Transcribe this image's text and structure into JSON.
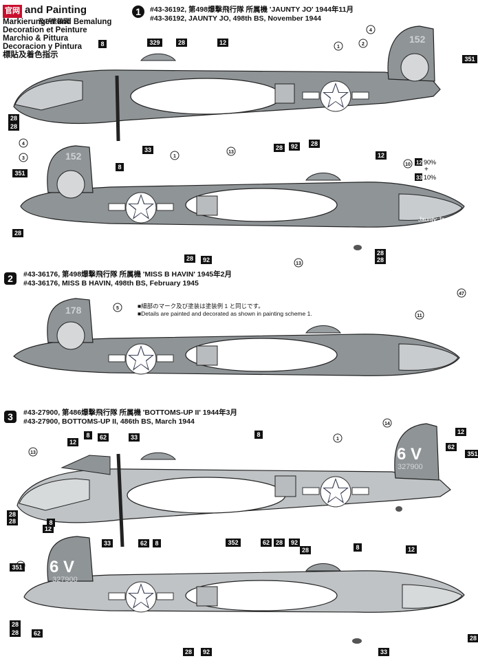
{
  "header": {
    "logo_text": "官网",
    "title": "and Painting",
    "subtitles": [
      "Markierungen und Bemalung",
      "Decoration et Peinture",
      "Marchio & Pittura",
      "Decoracion y Pintura",
      "標貼及着色指示"
    ],
    "partial_jp": "及び塗装図"
  },
  "schemes": [
    {
      "number": "1",
      "line1": "#43-36192, 第498爆撃飛行隊 所属機 'JAUNTY JO' 1944年11月",
      "line2": "#43-36192, JAUNTY JO, 498th BS, November 1944"
    },
    {
      "number": "2",
      "line1": "#43-36176, 第498爆撃飛行隊 所属機 'MISS B HAVIN' 1945年2月",
      "line2": "#43-36176, MISS B HAVIN, 498th BS, February 1945"
    },
    {
      "number": "3",
      "line1": "#43-27900, 第486爆撃飛行隊 所属機 'BOTTOMS-UP II' 1944年3月",
      "line2": "#43-27900, BOTTOMS-UP II, 486th BS, March 1944"
    }
  ],
  "notes": {
    "jp": "■細部のマーク及び塗装は塗装例 1 と同じです。",
    "en": "■Details are painted and decorated as shown in painting scheme 1."
  },
  "tail_codes": {
    "s1": "152",
    "s2": "178",
    "s3_letters": "6 V",
    "s3_serial": "327900"
  },
  "nose_art": {
    "s1": "Jaunty Jo",
    "s2": "Miss B Havin"
  },
  "mix": {
    "num_a": "12",
    "pct_a": "90%",
    "plus": "+",
    "num_b": "33",
    "pct_b": "10%"
  },
  "callouts": {
    "p1": [
      "329",
      "28",
      "12",
      "8",
      "351",
      "28",
      "28",
      "33",
      "13",
      "28",
      "92",
      "28",
      "4",
      "2",
      "1"
    ],
    "p2": [
      "4",
      "3",
      "8",
      "1",
      "351",
      "28",
      "28",
      "92",
      "13",
      "28",
      "28",
      "12",
      "10"
    ],
    "p3": [
      "5",
      "11",
      "47"
    ],
    "p4": [
      "13",
      "12",
      "62",
      "33",
      "8",
      "8",
      "1",
      "14",
      "12",
      "62",
      "351",
      "28",
      "28",
      "33",
      "62",
      "8",
      "352",
      "62",
      "28",
      "92",
      "28"
    ],
    "p5": [
      "12",
      "8",
      "14",
      "351",
      "28",
      "28",
      "62",
      "28",
      "92",
      "8",
      "12",
      "33",
      "28"
    ]
  }
}
